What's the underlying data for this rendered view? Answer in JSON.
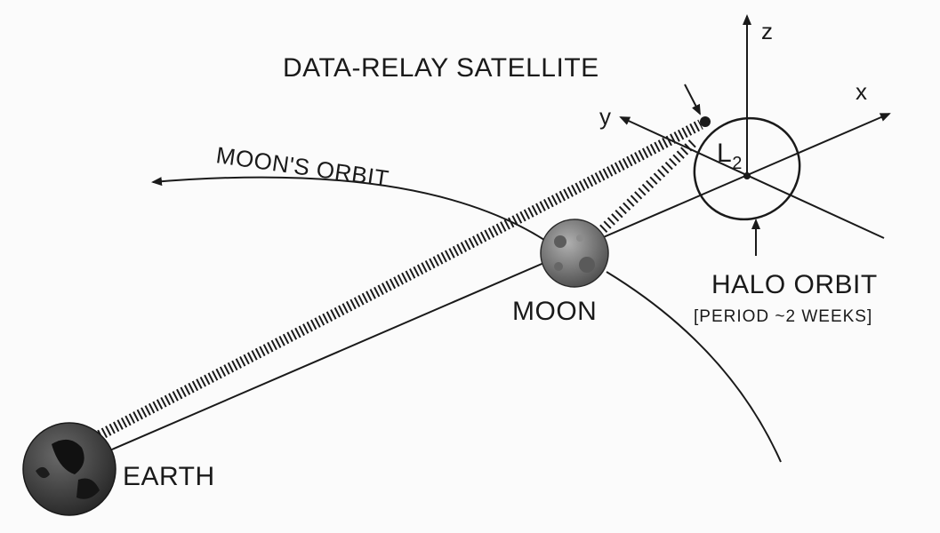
{
  "labels": {
    "satellite": "DATA-RELAY SATELLITE",
    "moons_orbit": "MOON'S ORBIT",
    "moon": "MOON",
    "earth": "EARTH",
    "halo_orbit": "HALO ORBIT",
    "halo_period": "[PERIOD ~2 WEEKS]",
    "l2_letter": "L",
    "l2_sub": "2"
  },
  "axes": {
    "x": "x",
    "y": "y",
    "z": "z"
  },
  "colors": {
    "ink": "#1a1a1a",
    "paper": "#fbfbfb",
    "earth": "#3a3a3a",
    "moon": "#7a7a7a"
  }
}
